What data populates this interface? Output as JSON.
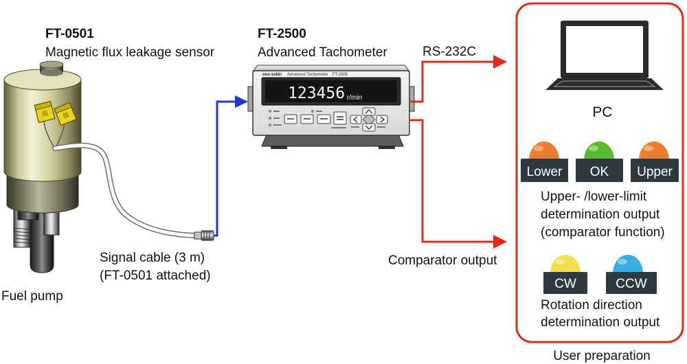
{
  "sensor": {
    "model": "FT-0501",
    "name": "Magnetic flux leakage sensor"
  },
  "tachometer": {
    "model": "FT-2500",
    "name": "Advanced Tachometer",
    "display_value": "123456",
    "display_unit": "r/min",
    "faceplate": {
      "brand": "ono sokki",
      "title": "Advanced Tachometer",
      "model": "FT-2500"
    }
  },
  "cable": {
    "line1": "Signal cable (3 m)",
    "line2": "(FT-0501 attached)"
  },
  "pump": {
    "label": "Fuel pump"
  },
  "connections": {
    "rs232c": "RS-232C",
    "comparator": "Comparator output"
  },
  "user_preparation": {
    "label": "User preparation",
    "pc": "PC",
    "limit_lamps": [
      {
        "label": "Lower",
        "color": "#f07d2e"
      },
      {
        "label": "OK",
        "color": "#5cbb2c"
      },
      {
        "label": "Upper",
        "color": "#f07d2e"
      }
    ],
    "limit_caption": [
      "Upper- /lower-limit",
      "determination output",
      "(comparator function)"
    ],
    "rotation_lamps": [
      {
        "label": "CW",
        "color": "#f3df4c"
      },
      {
        "label": "CCW",
        "color": "#38aee4"
      }
    ],
    "rotation_caption": [
      "Rotation direction",
      "determination output"
    ]
  },
  "colors": {
    "red": "#e2291c",
    "blue": "#2235d6",
    "plate": "#2e3a3d",
    "sensor": "#e8d41f"
  }
}
